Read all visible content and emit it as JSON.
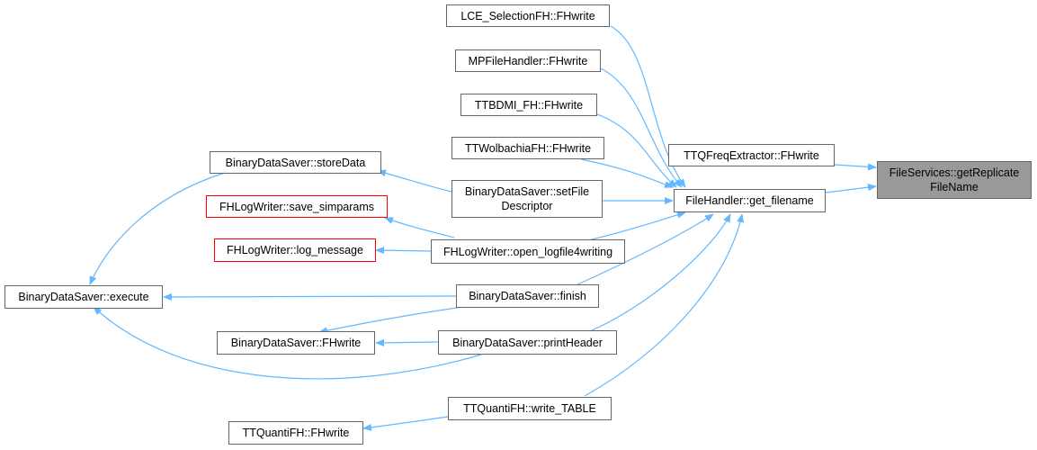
{
  "colors": {
    "edge": "#63b8ff",
    "node_border": "#666666",
    "missing_border": "#ff0000",
    "current_fill": "#999999"
  },
  "nodes": {
    "lce_selection_fhwrite": "LCE_SelectionFH::FHwrite",
    "mpfilehandler_fhwrite": "MPFileHandler::FHwrite",
    "ttbdmi_fh_fhwrite": "TTBDMI_FH::FHwrite",
    "ttwolbachia_fhwrite": "TTWolbachiaFH::FHwrite",
    "ttqfreq_fhwrite": "TTQFreqExtractor::FHwrite",
    "getreplicate_filename": "FileServices::getReplicate\nFileName",
    "storedata": "BinaryDataSaver::storeData",
    "setfile_descriptor": "BinaryDataSaver::setFile\nDescriptor",
    "filehandler_get_filename": "FileHandler::get_filename",
    "save_simparams": "FHLogWriter::save_simparams",
    "log_message": "FHLogWriter::log_message",
    "open_logfile4writing": "FHLogWriter::open_logfile4writing",
    "execute": "BinaryDataSaver::execute",
    "finish": "BinaryDataSaver::finish",
    "binarydatasaver_fhwrite": "BinaryDataSaver::FHwrite",
    "printheader": "BinaryDataSaver::printHeader",
    "write_table": "TTQuantiFH::write_TABLE",
    "ttquantifh_fhwrite": "TTQuantiFH::FHwrite"
  }
}
